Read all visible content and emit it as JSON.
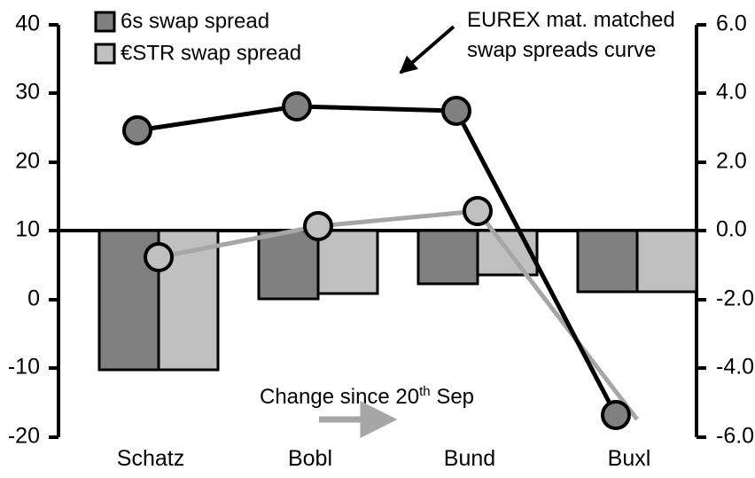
{
  "chart_data": {
    "type": "bar",
    "title": "",
    "xlabel": "",
    "categories": [
      "Schatz",
      "Bobl",
      "Bund",
      "Buxl"
    ],
    "grid": false,
    "legend_position": "top-left",
    "left_axis": {
      "label": "",
      "ticks": [
        "40",
        "30",
        "20",
        "10",
        "0",
        "-10",
        "-20"
      ],
      "tick_values": [
        40,
        30,
        20,
        10,
        0,
        -10,
        -20
      ],
      "ylim": [
        -20,
        40
      ]
    },
    "right_axis": {
      "label": "",
      "ticks": [
        "6.0",
        "4.0",
        "2.0",
        "0.0",
        "-2.0",
        "-4.0",
        "-6.0"
      ],
      "tick_values": [
        6.0,
        4.0,
        2.0,
        0.0,
        -2.0,
        -4.0,
        -6.0
      ],
      "ylim": [
        -6.0,
        6.0
      ]
    },
    "series": [
      {
        "name": "6s swap spread",
        "type": "bar",
        "axis": "right",
        "color": "#808080",
        "values": [
          -4.05,
          -1.98,
          -1.55,
          -1.78
        ]
      },
      {
        "name": "€STR swap spread",
        "type": "bar",
        "axis": "right",
        "color": "#c0c0c0",
        "values": [
          -4.05,
          -1.82,
          -1.3,
          -1.78
        ]
      },
      {
        "name": "EUREX mat. matched swap spreads curve",
        "type": "line",
        "axis": "left",
        "color": "#000000",
        "marker_fill": "#808080",
        "values": [
          24.5,
          28.0,
          27.3,
          -18.0
        ]
      },
      {
        "name": "Change since 20th Sep",
        "type": "line",
        "axis": "left",
        "color": "#a6a6a6",
        "marker_fill": "#c0c0c0",
        "values": [
          6.1,
          10.6,
          12.8,
          -18.6
        ]
      }
    ]
  },
  "legend": {
    "items": [
      {
        "label": "6s swap spread",
        "color": "#808080"
      },
      {
        "label": "€STR swap spread",
        "color": "#c0c0c0"
      }
    ]
  },
  "annotations": {
    "curve_callout": {
      "line1": "EUREX mat. matched",
      "line2": "swap spreads curve"
    },
    "change_note": {
      "prefix": "Change since 20",
      "superscript": "th",
      "suffix": " Sep"
    }
  }
}
